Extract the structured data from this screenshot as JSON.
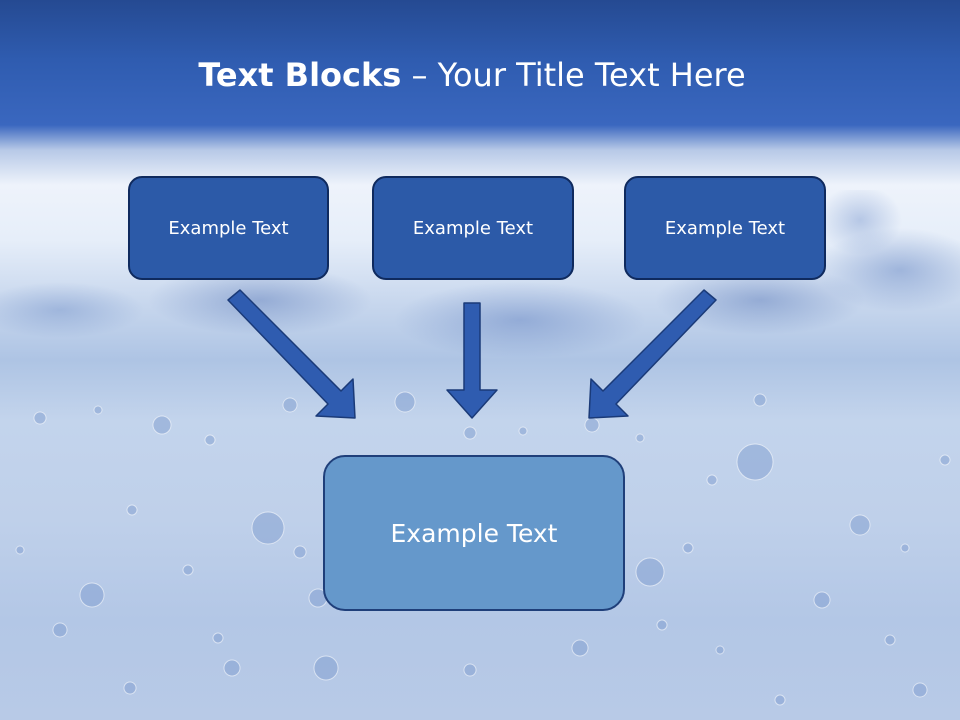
{
  "slide": {
    "title_bold": "Text Blocks",
    "title_dash": " – ",
    "title_rest": "Your Title Text Here"
  },
  "blocks": [
    {
      "label": "Example Text"
    },
    {
      "label": "Example Text"
    },
    {
      "label": "Example Text"
    }
  ],
  "bottom_block": {
    "label": "Example Text"
  },
  "colors": {
    "block_fill": "#2c5aa8",
    "block_border": "#0f2a5e",
    "bottom_fill": "#6598cb",
    "arrow_fill": "#2f5cb0",
    "header": "#2f5cb0"
  }
}
